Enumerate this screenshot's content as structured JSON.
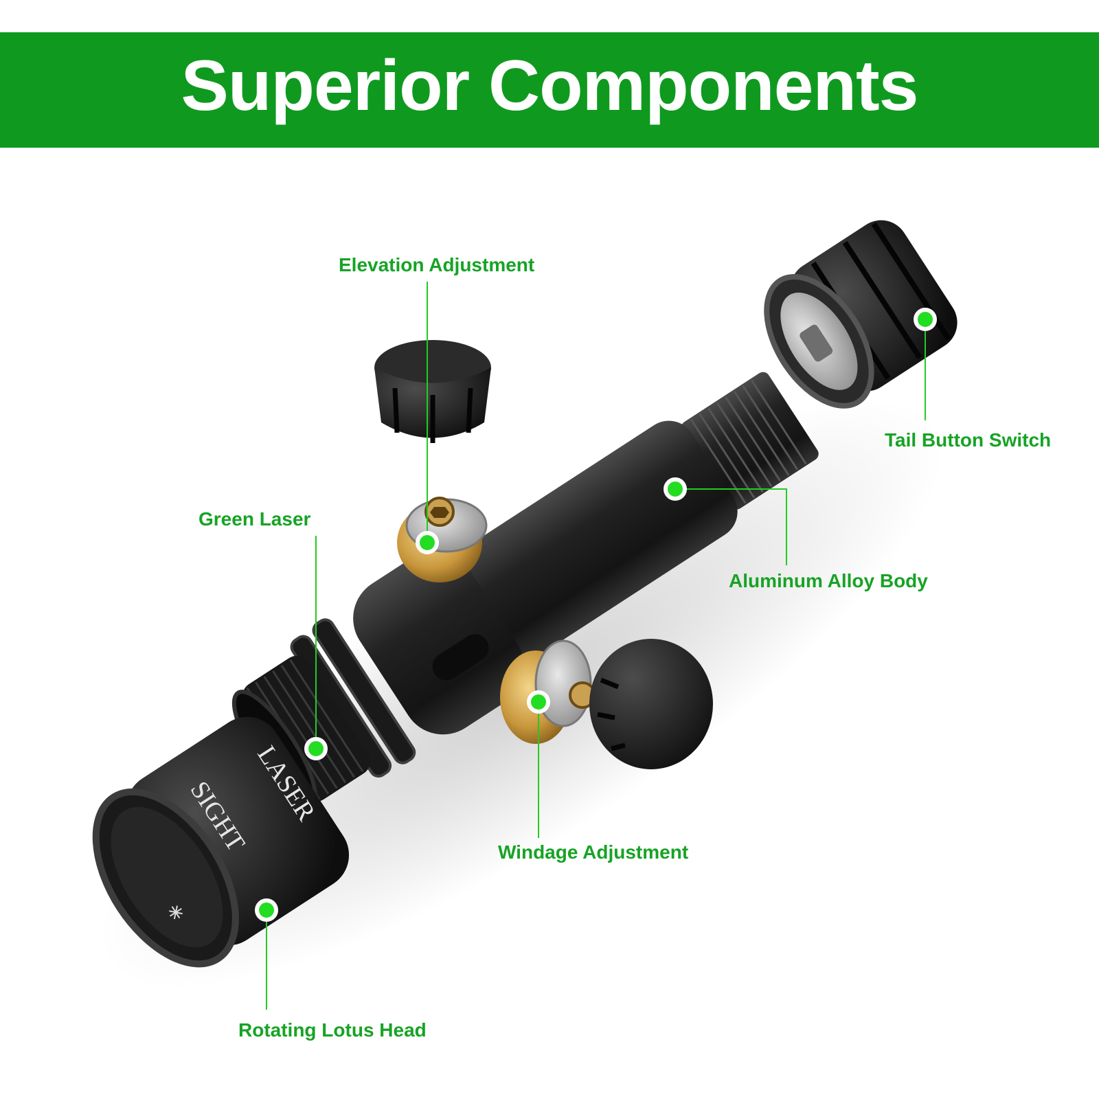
{
  "banner": {
    "title": "Superior Components"
  },
  "colors": {
    "brand_green": "#0f9a1f",
    "callout_green": "#17a325",
    "dot_green": "#22dd22",
    "brass": "#c9973c",
    "body_black": "#1c1c1c"
  },
  "callouts": [
    {
      "id": "elevation",
      "label": "Elevation Adjustment"
    },
    {
      "id": "green_laser",
      "label": "Green Laser"
    },
    {
      "id": "tail_switch",
      "label": "Tail Button Switch"
    },
    {
      "id": "body",
      "label": "Aluminum Alloy Body"
    },
    {
      "id": "windage",
      "label": "Windage Adjustment"
    },
    {
      "id": "lotus_head",
      "label": "Rotating Lotus Head"
    }
  ],
  "product_imprint": {
    "word1": "SIGHT",
    "word2": "LASER"
  },
  "icons": [
    "hex-socket-icon",
    "knurled-cap-icon",
    "laser-star-icon"
  ]
}
